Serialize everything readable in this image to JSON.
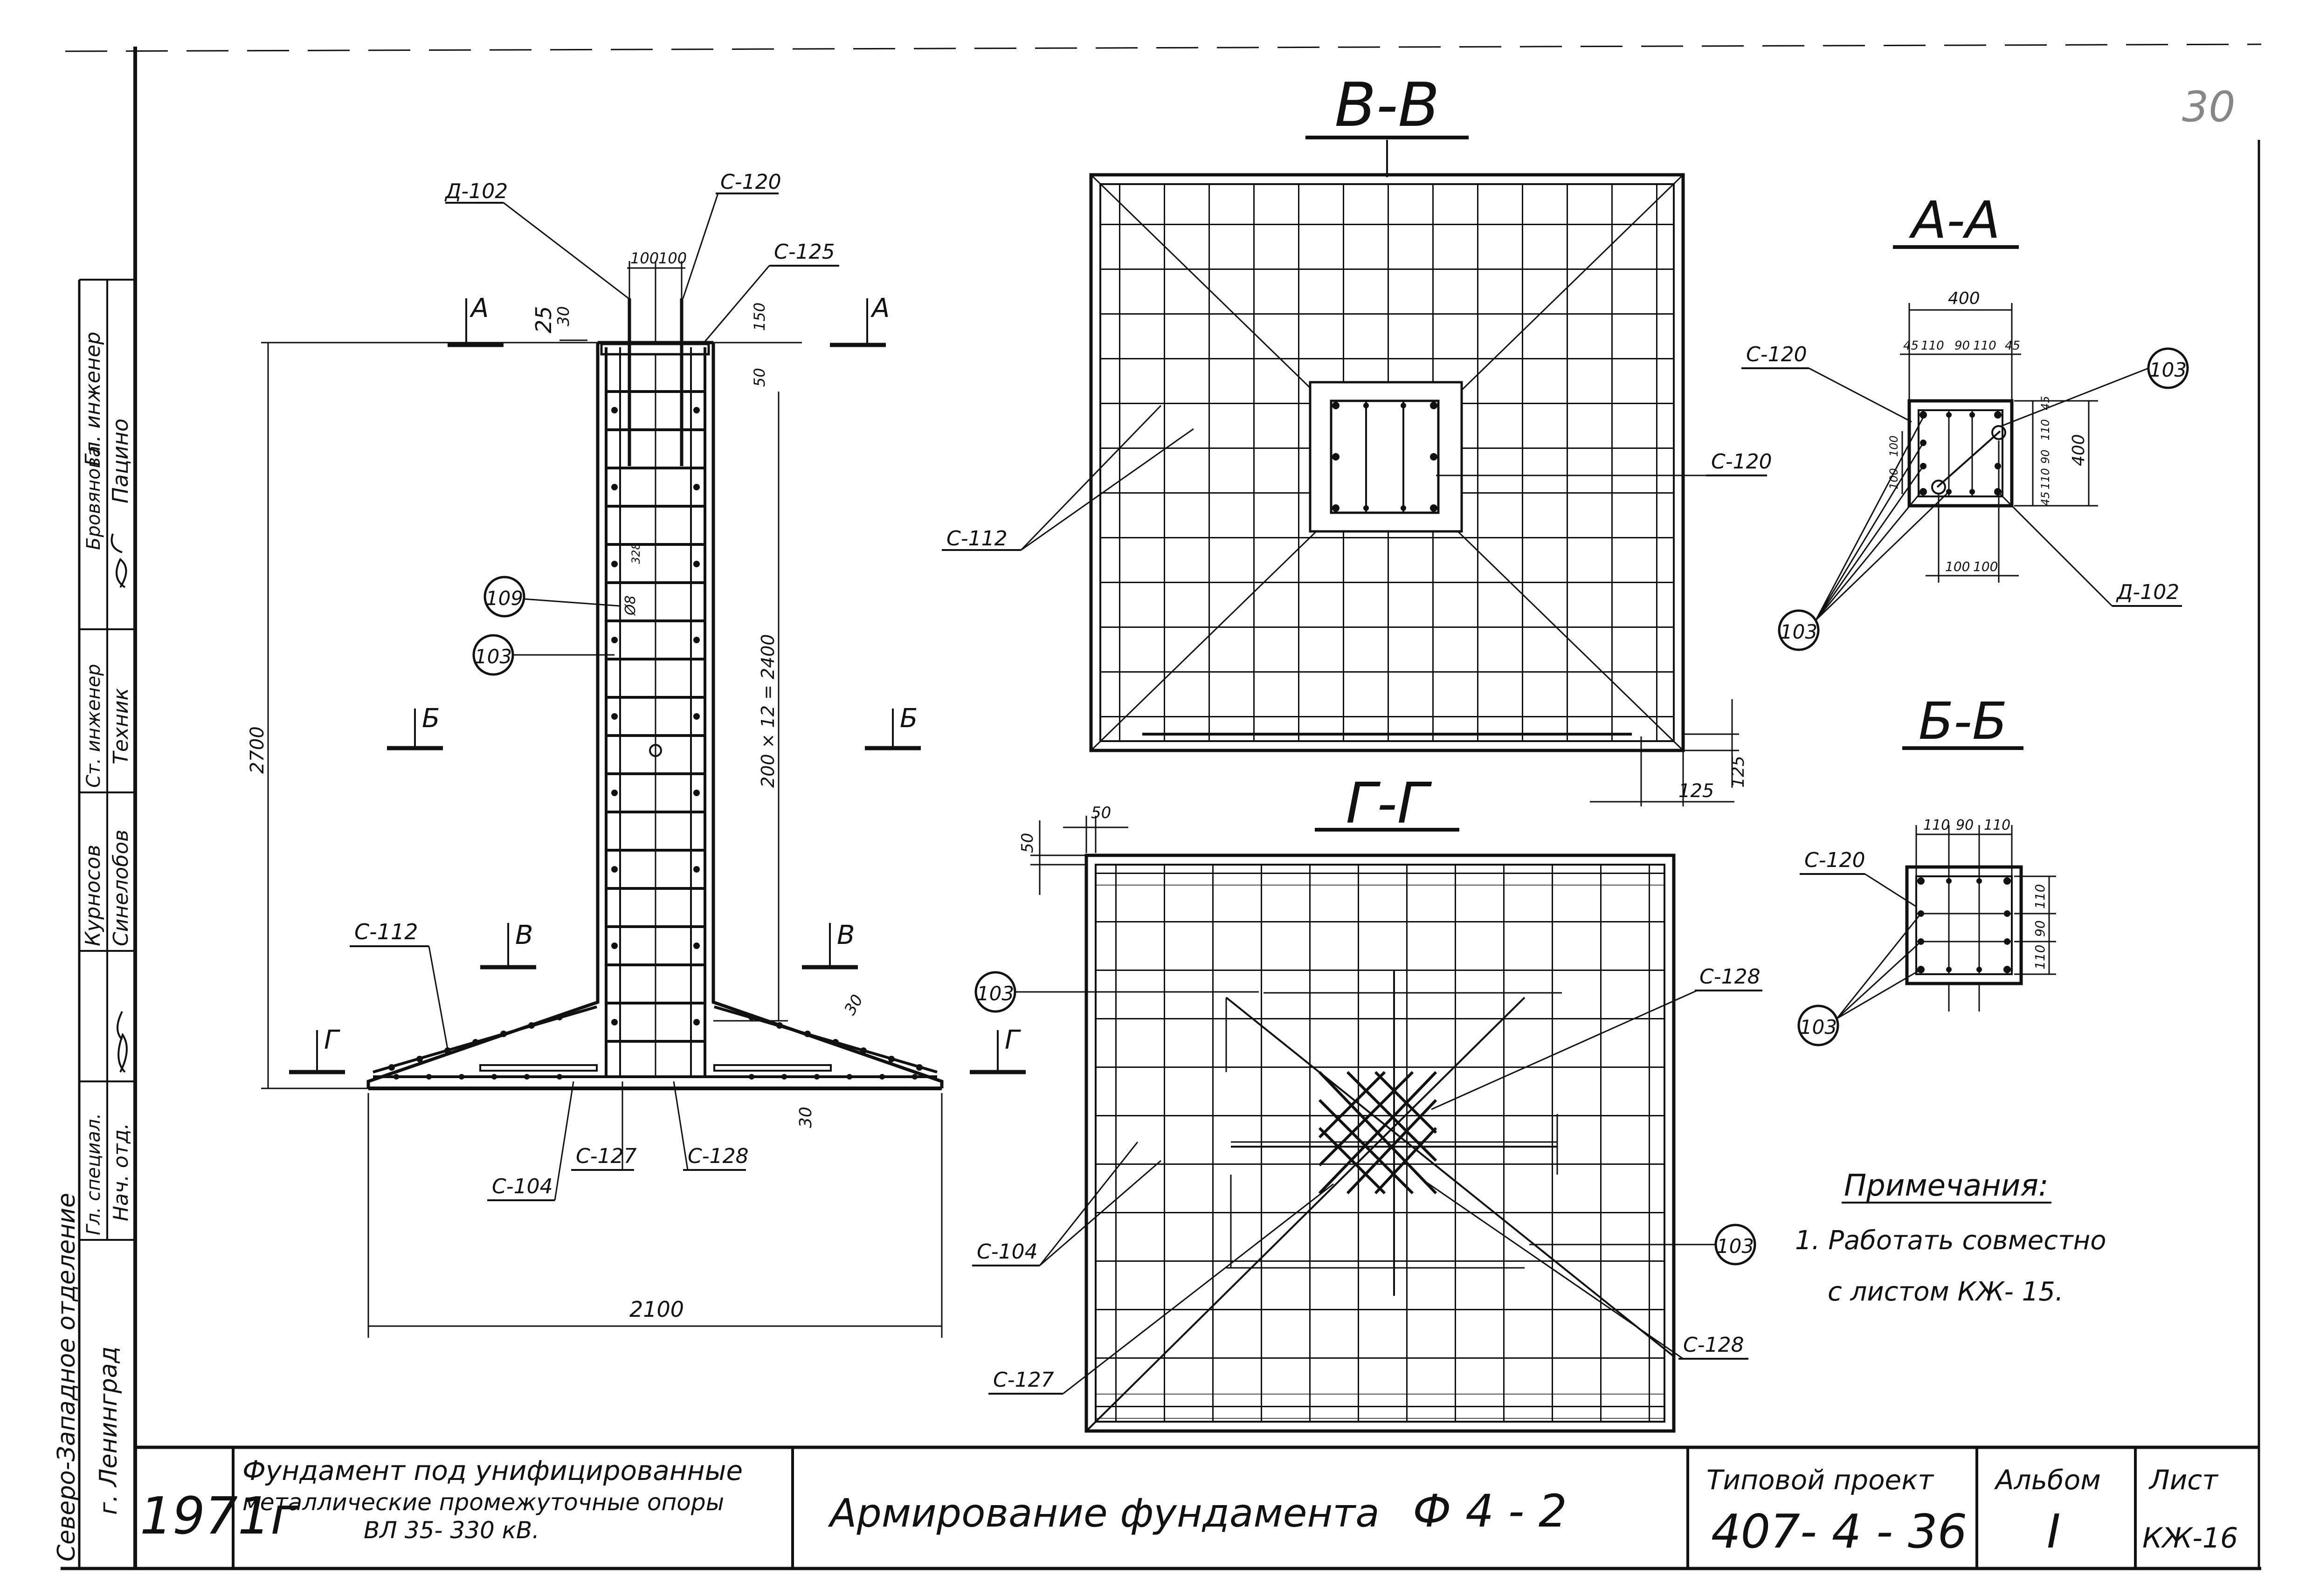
{
  "corner_mark": "30",
  "sections": {
    "vv_title": "В-В",
    "gg_title": "Г-Г",
    "aa_title": "А-А",
    "bb_title": "Б-Б"
  },
  "elevation": {
    "callouts": {
      "d102": "Д-102",
      "c120": "С-120",
      "c125": "С-125",
      "c112": "С-112",
      "c104": "С-104",
      "c127": "С-127",
      "c128": "С-128",
      "n109": "109",
      "n103": "103"
    },
    "section_marks": {
      "a": "А",
      "b": "Б",
      "v": "В",
      "g": "Г"
    },
    "dims": {
      "d100a": "100",
      "d100b": "100",
      "d25": "25",
      "d30": "30",
      "d150": "150",
      "d50": "50",
      "height": "2700",
      "spacing": "200 × 12 = 2400",
      "width": "2100",
      "slope30": "30",
      "base30": "30",
      "d8": "Ø8",
      "l328": "328"
    }
  },
  "plan_vv": {
    "callouts": {
      "c112": "С-112",
      "c120": "С-120"
    },
    "dims": {
      "d125a": "125",
      "d125b": "125"
    }
  },
  "plan_gg": {
    "callouts": {
      "n103a": "103",
      "n103b": "103",
      "c104": "С-104",
      "c127": "С-127",
      "c128a": "С-128",
      "c128b": "С-128"
    },
    "dims": {
      "d50a": "50",
      "d50b": "50"
    }
  },
  "section_aa": {
    "callouts": {
      "c120": "С-120",
      "n103a": "103",
      "n103b": "103",
      "d102": "Д-102"
    },
    "dims": {
      "d400w": "400",
      "d45a": "45",
      "d110a": "110",
      "d90": "90",
      "d110b": "110",
      "d45b": "45",
      "d400h": "400",
      "r45a": "45",
      "r110a": "110",
      "r90": "90",
      "r110b": "110",
      "r45b": "45",
      "b100a": "100",
      "b100b": "100",
      "l100a": "100",
      "l100b": "100"
    }
  },
  "section_bb": {
    "callouts": {
      "c120": "С-120",
      "n103": "103"
    },
    "dims": {
      "d110a": "110",
      "d90": "90",
      "d110b": "110",
      "r110a": "110",
      "r90": "90",
      "r110b": "110"
    }
  },
  "notes": {
    "title": "Примечания:",
    "line1": "1. Работать совместно",
    "line2": "с листом  КЖ- 15."
  },
  "side_stamp": {
    "r1a": "Гл. инженер",
    "r1b": "Бровянова",
    "r1c": "Пацино",
    "r2a": "Ст. инженер",
    "r2b": "Техник",
    "r3a": "Курносов",
    "r3b": "Синелобов",
    "r4a": "Гл. специал.",
    "r4b": "Нач. отд.",
    "dept1": "Северо-Западное отделение",
    "dept2": "г. Ленинград"
  },
  "title_block": {
    "year": "1971г",
    "desc1": "Фундамент  под  унифицированные",
    "desc2": "металлические  промежуточные  опоры",
    "desc3": "ВЛ 35- 330 кВ.",
    "drawing_title": "Армирование  фундамента",
    "mark": "Ф 4 - 2",
    "project_label": "Типовой проект",
    "project_no": "407- 4 - 36",
    "album_label": "Альбом",
    "album_no": "I",
    "sheet_label": "Лист",
    "sheet_no": "КЖ-16"
  }
}
